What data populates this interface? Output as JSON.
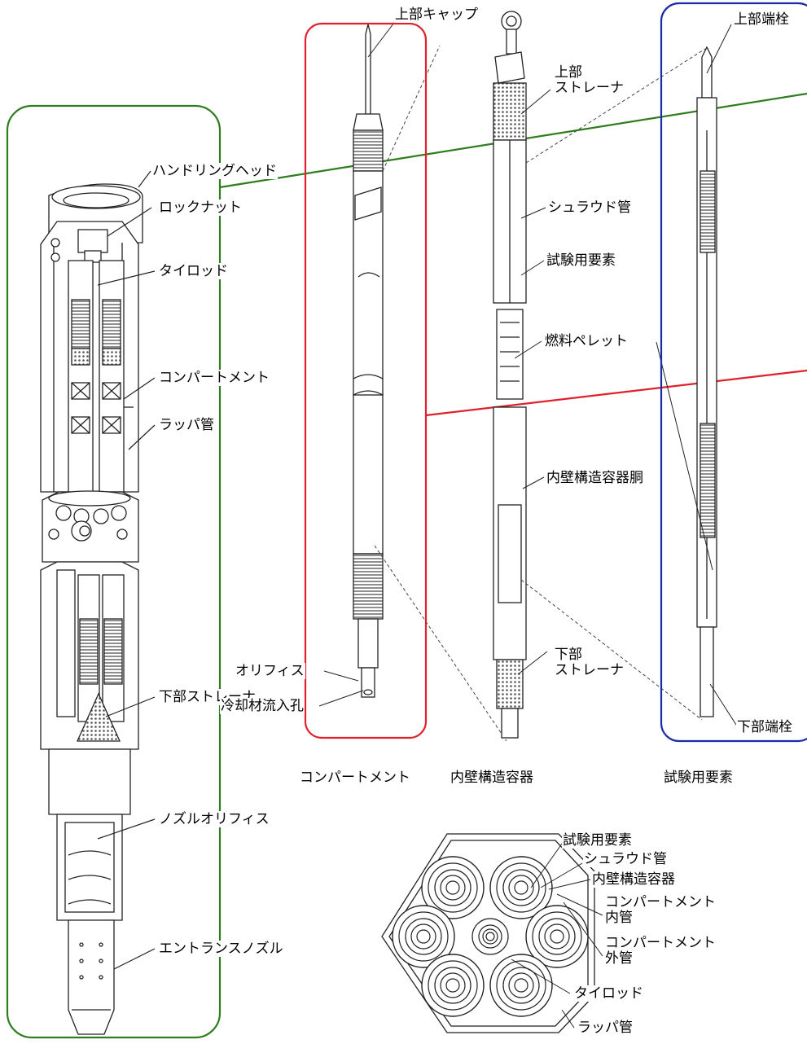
{
  "colors": {
    "assembly_frame": "#2e7d1f",
    "compartment_frame": "#e0202a",
    "element_frame": "#1a2aa8",
    "line": "#222222",
    "hatch": "#555555"
  },
  "assembly_labels": {
    "handling_head": "ハンドリングヘッド",
    "lock_nut": "ロックナット",
    "tie_rod": "タイロッド",
    "compartment": "コンパートメント",
    "wrapper_tube": "ラッパ管",
    "lower_strainer": "下部ストレーナ",
    "nozzle_orifice": "ノズルオリフィス",
    "entrance_nozzle": "エントランスノズル"
  },
  "compartment_labels": {
    "upper_cap": "上部キャップ",
    "orifice": "オリフィス",
    "coolant_inlet": "冷却材流入孔"
  },
  "container_labels": {
    "upper_strainer_1": "上部",
    "upper_strainer_2": "ストレーナ",
    "shroud_tube": "シュラウド管",
    "test_element": "試験用要素",
    "fuel_pellet": "燃料ペレット",
    "inner_wall_body": "内壁構造容器胴",
    "lower_strainer_1": "下部",
    "lower_strainer_2": "ストレーナ"
  },
  "element_labels": {
    "upper_end_plug": "上部端栓",
    "lower_end_plug": "下部端栓"
  },
  "captions": {
    "compartment": "コンパートメント",
    "inner_container": "内壁構造容器",
    "test_element": "試験用要素"
  },
  "cross_section_labels": {
    "test_element": "試験用要素",
    "shroud_tube": "シュラウド管",
    "inner_container": "内壁構造容器",
    "comp_inner_1": "コンパートメント",
    "comp_inner_2": "内管",
    "comp_outer_1": "コンパートメント",
    "comp_outer_2": "外管",
    "tie_rod": "タイロッド",
    "wrapper_tube": "ラッパ管"
  }
}
